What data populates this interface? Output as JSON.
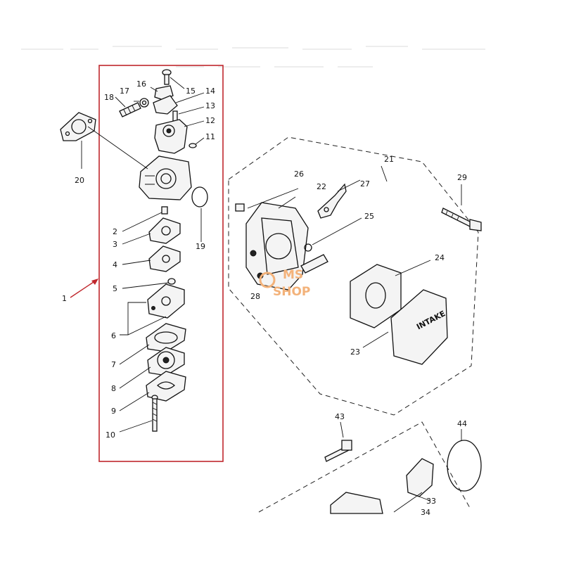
{
  "labels": {
    "l1": "1",
    "l2": "2",
    "l3": "3",
    "l4": "4",
    "l5": "5",
    "l6": "6",
    "l7": "7",
    "l8": "8",
    "l9": "9",
    "l10": "10",
    "l11": "11",
    "l12": "12",
    "l13": "13",
    "l14": "14",
    "l15": "15",
    "l16": "16",
    "l17": "17",
    "l18": "18",
    "l19": "19",
    "l20": "20",
    "l21": "21",
    "l22": "22",
    "l23": "23",
    "l24": "24",
    "l25": "25",
    "l26": "26",
    "l27": "27",
    "l28": "28",
    "l29": "29",
    "l33": "33",
    "l34": "34",
    "l43": "43",
    "l44": "44"
  },
  "intake_text": "INTAKE",
  "watermark": {
    "line1": "MS",
    "line2": "SHOP"
  },
  "colors": {
    "highlight_box": "#c0272d",
    "arrow": "#c0272d",
    "watermark": "#f3b27a",
    "ink": "#111111"
  }
}
